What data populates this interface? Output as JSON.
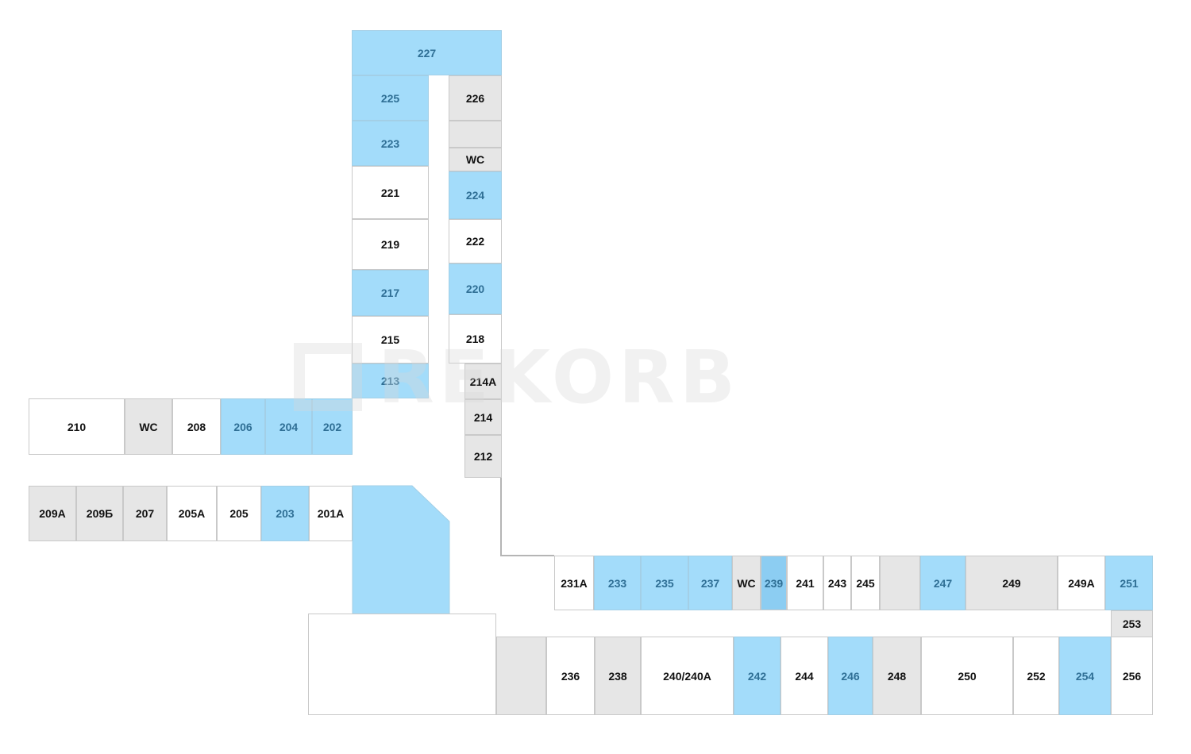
{
  "watermark": {
    "text": "REKORB"
  },
  "colors": {
    "available": "#a3dcfa",
    "service": "#e6e6e6",
    "occupied": "#ffffff",
    "highlight": "#8ccdf2"
  },
  "rooms": {
    "r227": "227",
    "r225": "225",
    "r226": "226",
    "r223": "223",
    "wc_north": "WC",
    "r221": "221",
    "r224": "224",
    "r219": "219",
    "r222": "222",
    "r217": "217",
    "r220": "220",
    "r215": "215",
    "r218": "218",
    "r213": "213",
    "r214a": "214А",
    "r214": "214",
    "r212": "212",
    "r210": "210",
    "wc_west": "WC",
    "r208": "208",
    "r206": "206",
    "r204": "204",
    "r202": "202",
    "r209a": "209А",
    "r209b": "209Б",
    "r207": "207",
    "r205a": "205А",
    "r205": "205",
    "r203": "203",
    "r201a": "201А",
    "r231a": "231А",
    "r233": "233",
    "r235": "235",
    "r237": "237",
    "wc_east": "WC",
    "r239": "239",
    "r241": "241",
    "r243": "243",
    "r245": "245",
    "r247": "247",
    "r249": "249",
    "r249a": "249А",
    "r251": "251",
    "r253": "253",
    "r236": "236",
    "r238": "238",
    "r240": "240/240А",
    "r242": "242",
    "r244": "244",
    "r246": "246",
    "r248": "248",
    "r250": "250",
    "r252": "252",
    "r254": "254",
    "r256": "256"
  }
}
